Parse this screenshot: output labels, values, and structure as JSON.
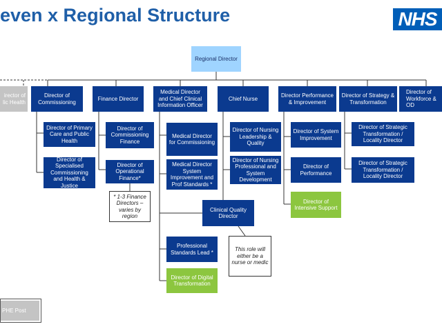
{
  "title": "even x Regional Structure",
  "logo": "NHS",
  "colors": {
    "dark_box": "#0b3a8f",
    "light_box": "#9fd4ff",
    "green_box": "#8cc63f",
    "grey_box": "#c4c4c4",
    "title": "#1f5fa8"
  },
  "top": "Regional Director",
  "directors": [
    {
      "label": "irector of\nlic Health"
    },
    {
      "label": "Director of Commissioning"
    },
    {
      "label": "Finance Director"
    },
    {
      "label": "Medical Director and Chief Clinical Information Officer"
    },
    {
      "label": "Chief Nurse"
    },
    {
      "label": "Director Performance & Improvement"
    },
    {
      "label": "Director of Strategy & Transformation"
    },
    {
      "label": "Director of Workforce & OD"
    }
  ],
  "subs": {
    "commissioning": [
      "Director of Primary Care and Public Health",
      "Director of Specialised Commissioning and Health & Justice"
    ],
    "finance": [
      "Director of Commissioning Finance",
      "Director of Operational Finance*"
    ],
    "medical": [
      "Medical Director for Commissioning",
      "Medical Director System Improvement and Prof Standards *",
      "Professional Standards Lead *",
      "Director of Digital Transformation"
    ],
    "clinical_quality": "Clinical Quality Director",
    "nursing": [
      "Director of Nursing Leadership & Quality",
      "Director of Nursing Professional and System Development"
    ],
    "performance": [
      "Director of System Improvement",
      "Director of Performance",
      "Director of Intensive Support"
    ],
    "strategy": [
      "Director of Strategic Transformation / Locality Director",
      "Director of Strategic Transformation / Locality Director"
    ]
  },
  "notes": {
    "finance": "* 1-3 Finance Directors – varies by region",
    "clinical": "This role will either be a nurse or medic"
  },
  "legend": {
    "phe": "PHE Post"
  }
}
